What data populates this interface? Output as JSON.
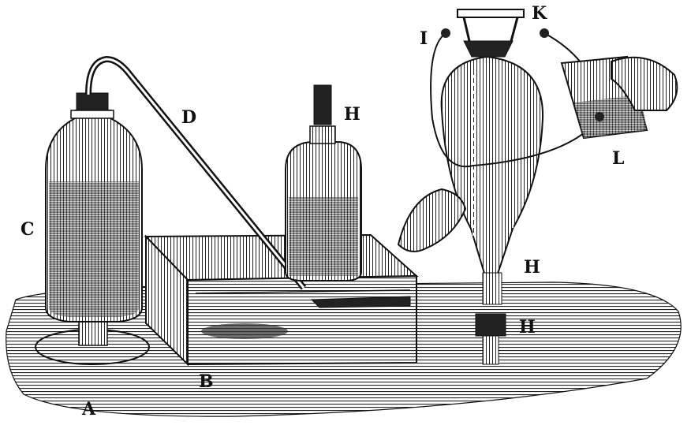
{
  "labels": {
    "a": "A",
    "b": "B",
    "c": "C",
    "d": "D",
    "h_top": "H",
    "i": "I",
    "k": "K",
    "l": "L",
    "h_middle": "H",
    "h_bottom": "H"
  },
  "colors": {
    "ink": "#111111",
    "paper": "#ffffff",
    "shade": "#555555"
  }
}
